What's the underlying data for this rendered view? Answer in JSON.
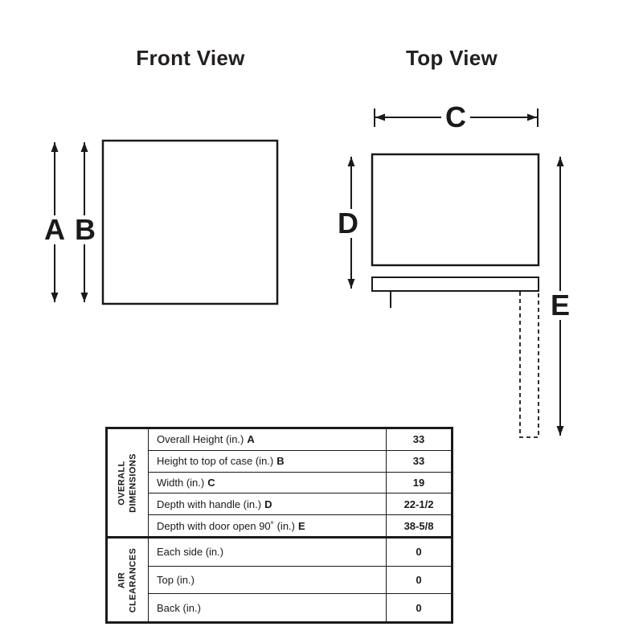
{
  "titles": {
    "front": "Front View",
    "top": "Top View"
  },
  "dim_labels": {
    "a": "A",
    "b": "B",
    "c": "C",
    "d": "D",
    "e": "E"
  },
  "table": {
    "sections": [
      {
        "title": "OVERALL DIMENSIONS",
        "rows": [
          {
            "label": "Overall Height (in.)",
            "letter": "A",
            "value": "33"
          },
          {
            "label": "Height to top of case (in.)",
            "letter": "B",
            "value": "33"
          },
          {
            "label": "Width (in.)",
            "letter": "C",
            "value": "19"
          },
          {
            "label": "Depth with handle (in.)",
            "letter": "D",
            "value": "22-1/2"
          },
          {
            "label": "Depth with door open 90˚ (in.)",
            "letter": "E",
            "value": "38-5/8"
          }
        ]
      },
      {
        "title": "AIR CLEARANCES",
        "rows": [
          {
            "label": "Each side (in.)",
            "letter": "",
            "value": "0"
          },
          {
            "label": "Top (in.)",
            "letter": "",
            "value": "0"
          },
          {
            "label": "Back (in.)",
            "letter": "",
            "value": "0"
          }
        ]
      }
    ]
  },
  "colors": {
    "ink": "#1a1a1a"
  }
}
